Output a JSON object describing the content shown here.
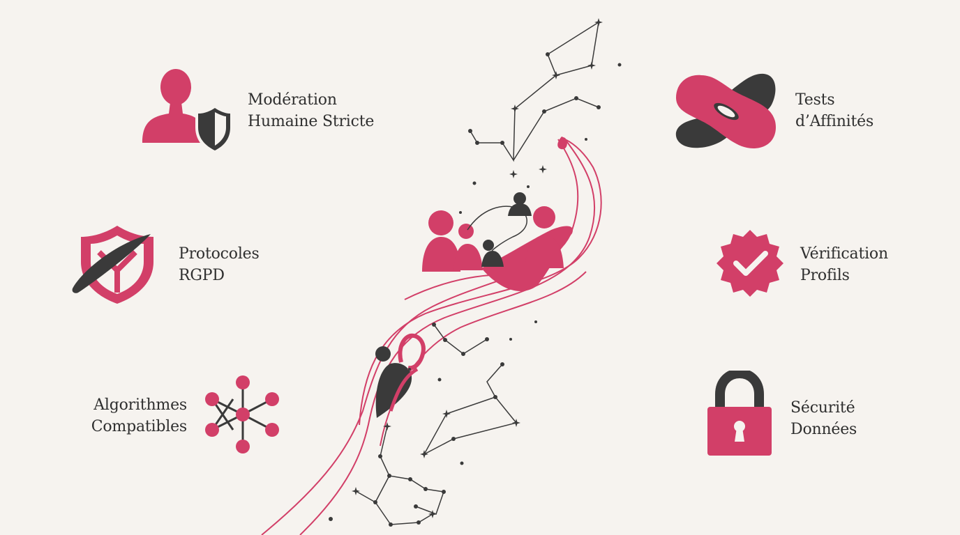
{
  "colors": {
    "accent": "#d23f68",
    "dark": "#3a3a3a",
    "background": "#f6f3ef"
  },
  "features": {
    "moderation": {
      "line1": "Modération",
      "line2": "Humaine Stricte",
      "icon": "user-shield-icon"
    },
    "rgpd": {
      "line1": "Protocoles",
      "line2": "RGPD",
      "icon": "shield-orbit-icon"
    },
    "algorithms": {
      "line1": "Algorithmes",
      "line2": "Compatibles",
      "icon": "network-nodes-icon"
    },
    "affinity": {
      "line1": "Tests",
      "line2": "d’Affinités",
      "icon": "interlocking-rings-icon"
    },
    "verification": {
      "line1": "Vérification",
      "line2": "Profils",
      "icon": "verified-badge-icon"
    },
    "security": {
      "line1": "Sécurité",
      "line2": "Données",
      "icon": "padlock-icon"
    }
  }
}
